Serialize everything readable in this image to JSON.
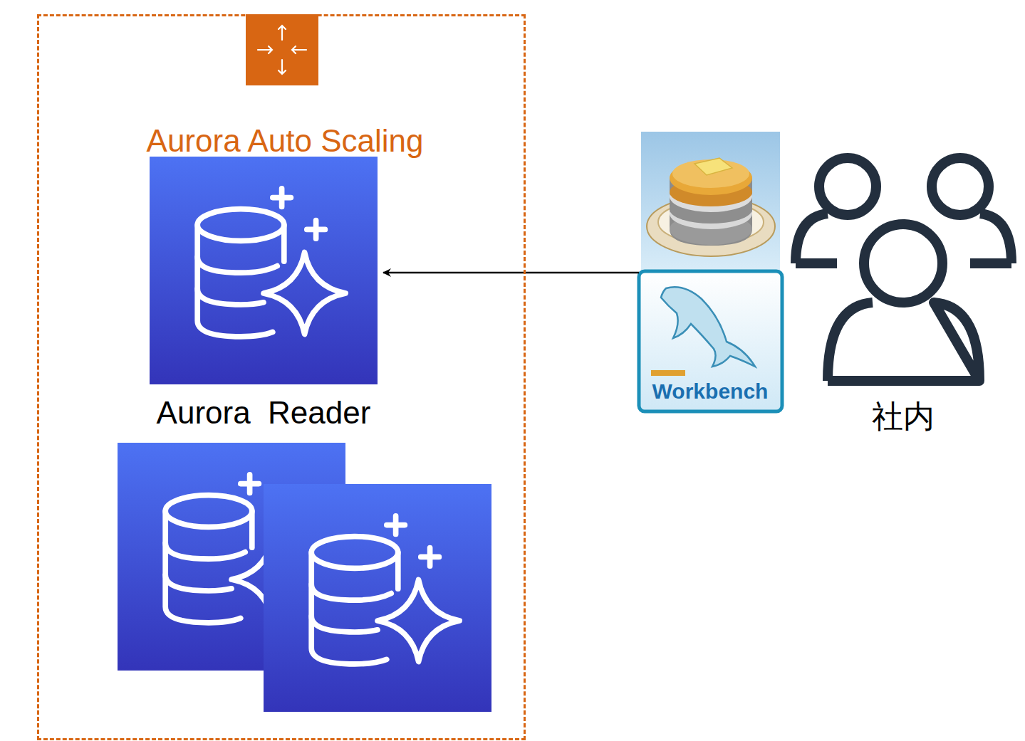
{
  "diagram": {
    "nodes": [
      {
        "text": [
          "Aurora Auto Scaling"
        ]
      },
      {
        "text": [
          "Aurora  Reader"
        ],
        "in": 0
      },
      {
        "text": [
          "Workbench"
        ]
      },
      {
        "text": [
          "社内"
        ]
      }
    ],
    "edges": [
      {
        "from": 2,
        "to": 1,
        "arrow": "to"
      }
    ]
  }
}
